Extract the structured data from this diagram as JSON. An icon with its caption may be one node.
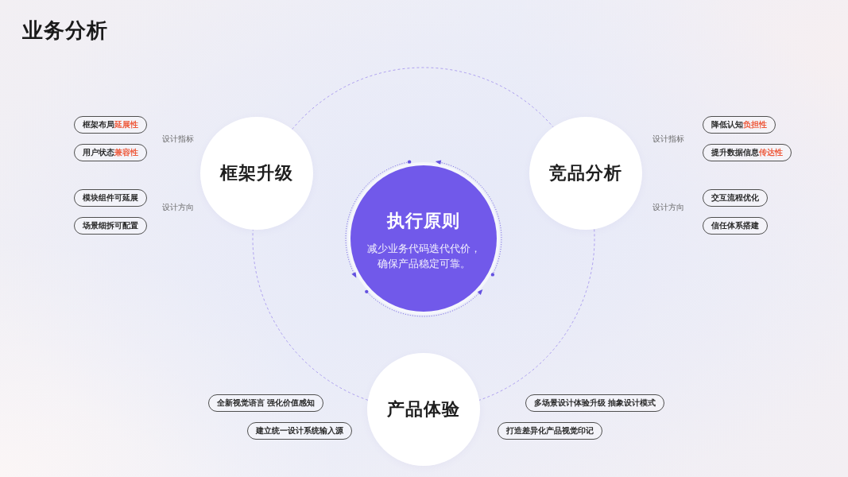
{
  "diagram": {
    "title": "业务分析",
    "nodes": [
      {
        "text": [
          "框架升级"
        ]
      },
      {
        "text": [
          "框架布局**延展性**"
        ]
      },
      {
        "text": [
          "用户状态**兼容性**"
        ]
      },
      {
        "text": [
          "模块组件可延展"
        ]
      },
      {
        "text": [
          "场景细拆可配置"
        ]
      },
      {
        "text": [
          "执行原则",
          "减少业务代码迭代代价，确保产品稳定可靠。"
        ]
      },
      {
        "text": [
          "竞品分析"
        ]
      },
      {
        "text": [
          "降低认知**负担性**"
        ]
      },
      {
        "text": [
          "提升数据信息**传达性**"
        ]
      },
      {
        "text": [
          "交互流程优化"
        ]
      },
      {
        "text": [
          "信任体系搭建"
        ]
      },
      {
        "text": [
          "产品体验"
        ]
      },
      {
        "text": [
          "全新视觉语言 强化价值感知"
        ]
      },
      {
        "text": [
          "建立统一设计系统输入源"
        ]
      },
      {
        "text": [
          "多场景设计体验升级 抽象设计模式"
        ]
      },
      {
        "text": [
          "打造差异化产品视觉印记"
        ]
      }
    ],
    "edges": [
      {
        "from": 0,
        "to": 6,
        "arrow": "none",
        "style": "dashed"
      },
      {
        "from": 6,
        "to": 11,
        "arrow": "none",
        "style": "dashed"
      },
      {
        "from": 11,
        "to": 0,
        "arrow": "none",
        "style": "dashed"
      }
    ],
    "labels": [
      "设计指标",
      "设计指标",
      "设计方向",
      "设计方向"
    ]
  }
}
